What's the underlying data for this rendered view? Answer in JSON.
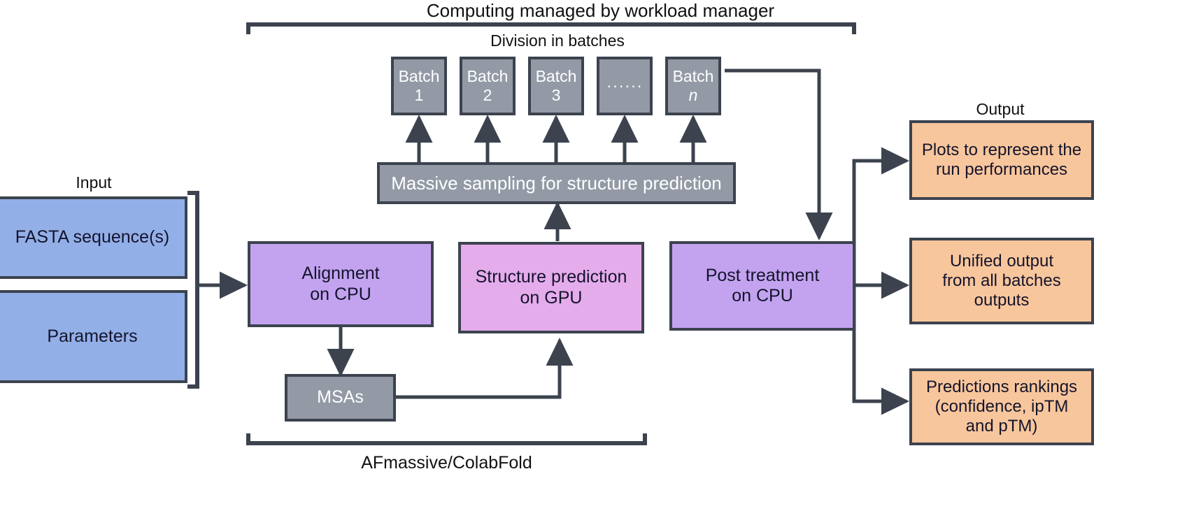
{
  "diagram": {
    "title_top": "Computing managed by workload manager",
    "title_bottom": "AFmassive/ColabFold",
    "section_input": "Input",
    "section_batches": "Division in batches",
    "section_output": "Output"
  },
  "input": {
    "boxes": [
      {
        "label": "FASTA sequence(s)"
      },
      {
        "label": "Parameters"
      }
    ]
  },
  "batches": {
    "items": [
      {
        "name": "Batch",
        "index": "1"
      },
      {
        "name": "Batch",
        "index": "2"
      },
      {
        "name": "Batch",
        "index": "3"
      },
      {
        "name": "",
        "index": "······"
      },
      {
        "name": "Batch",
        "index": "n"
      }
    ]
  },
  "process": {
    "massive_sampling": "Massive sampling for structure prediction",
    "alignment_line1": "Alignment",
    "alignment_line2": "on CPU",
    "structure_line1": "Structure prediction",
    "structure_line2": "on GPU",
    "post_line1": "Post treatment",
    "post_line2": "on CPU",
    "msas": "MSAs"
  },
  "output": {
    "boxes": [
      {
        "line1": "Plots to represent the",
        "line2": "run performances",
        "line3": ""
      },
      {
        "line1": "Unified output",
        "line2": "from all batches",
        "line3": "outputs"
      },
      {
        "line1": "Predictions rankings",
        "line2": "(confidence, ipTM",
        "line3": "and pTM)"
      }
    ]
  },
  "colors": {
    "input_fill": "#93afe8",
    "cpu_fill": "#c3a3f0",
    "gpu_fill": "#e5acec",
    "gray_fill": "#939aa6",
    "output_fill": "#f8c69c",
    "stroke": "#3c434f"
  }
}
